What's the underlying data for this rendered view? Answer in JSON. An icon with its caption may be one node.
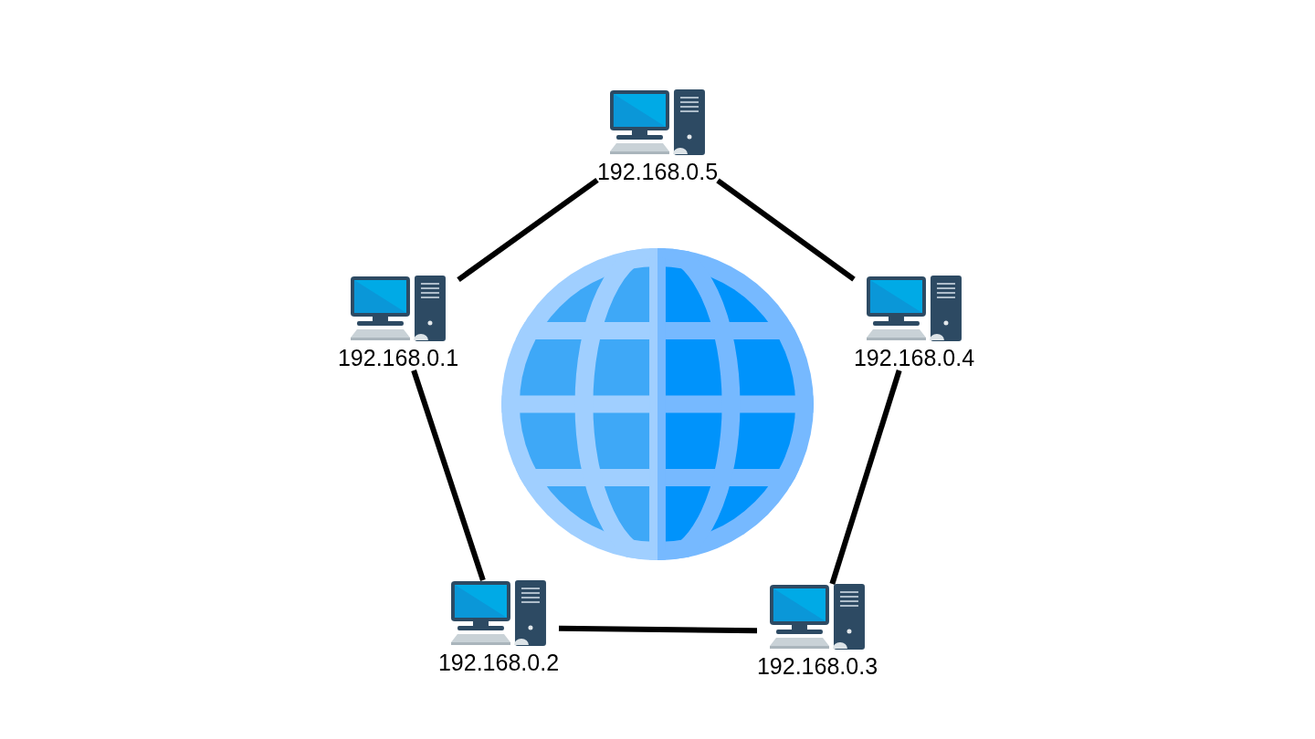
{
  "diagram": {
    "nodes": [
      {
        "text": [
          "192.168.0.5"
        ]
      },
      {
        "text": [
          "192.168.0.1"
        ]
      },
      {
        "text": [
          "192.168.0.4"
        ]
      },
      {
        "text": [],
        "shape": "picture"
      },
      {
        "text": [
          "192.168.0.2"
        ]
      },
      {
        "text": [
          "192.168.0.3"
        ]
      }
    ],
    "edges": [
      {
        "from": 0,
        "to": 1,
        "arrow": "none"
      },
      {
        "from": 0,
        "to": 2,
        "arrow": "none"
      },
      {
        "from": 1,
        "to": 4,
        "arrow": "none"
      },
      {
        "from": 2,
        "to": 5,
        "arrow": "none"
      },
      {
        "from": 4,
        "to": 5,
        "arrow": "none"
      }
    ]
  }
}
